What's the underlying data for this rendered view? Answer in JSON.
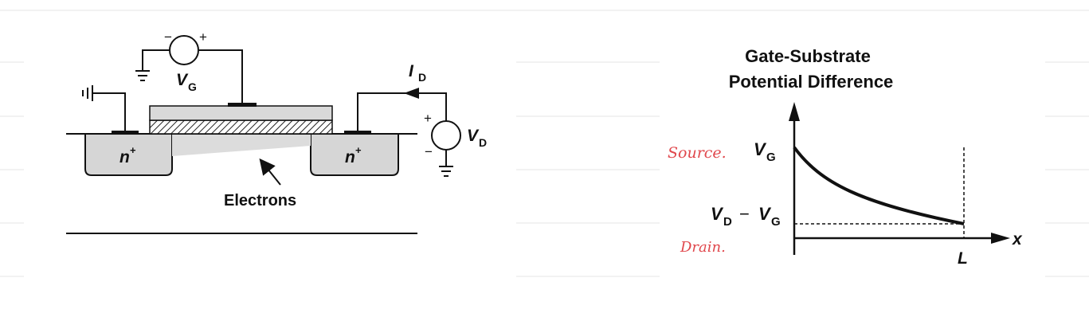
{
  "mosfet": {
    "gate_source_label": "V",
    "gate_source_sub": "G",
    "drain_current_label": "I",
    "drain_current_sub": "D",
    "drain_source_label": "V",
    "drain_source_sub": "D",
    "source_region": "n",
    "drain_region": "n",
    "doping_sup": "+",
    "electrons_label": "Electrons",
    "plus_sign": "+",
    "minus_sign": "−"
  },
  "plot": {
    "title_line1": "Gate-Substrate",
    "title_line2": "Potential Difference",
    "y_top_label": "V",
    "y_top_sub": "G",
    "y_bottom_label_a": "V",
    "y_bottom_sub_a": "D",
    "y_bottom_minus": "−",
    "y_bottom_label_b": "V",
    "y_bottom_sub_b": "G",
    "x_axis_label": "x",
    "x_end_label": "L"
  },
  "annotations": {
    "source_note": "Source.",
    "drain_note": "Drain."
  }
}
